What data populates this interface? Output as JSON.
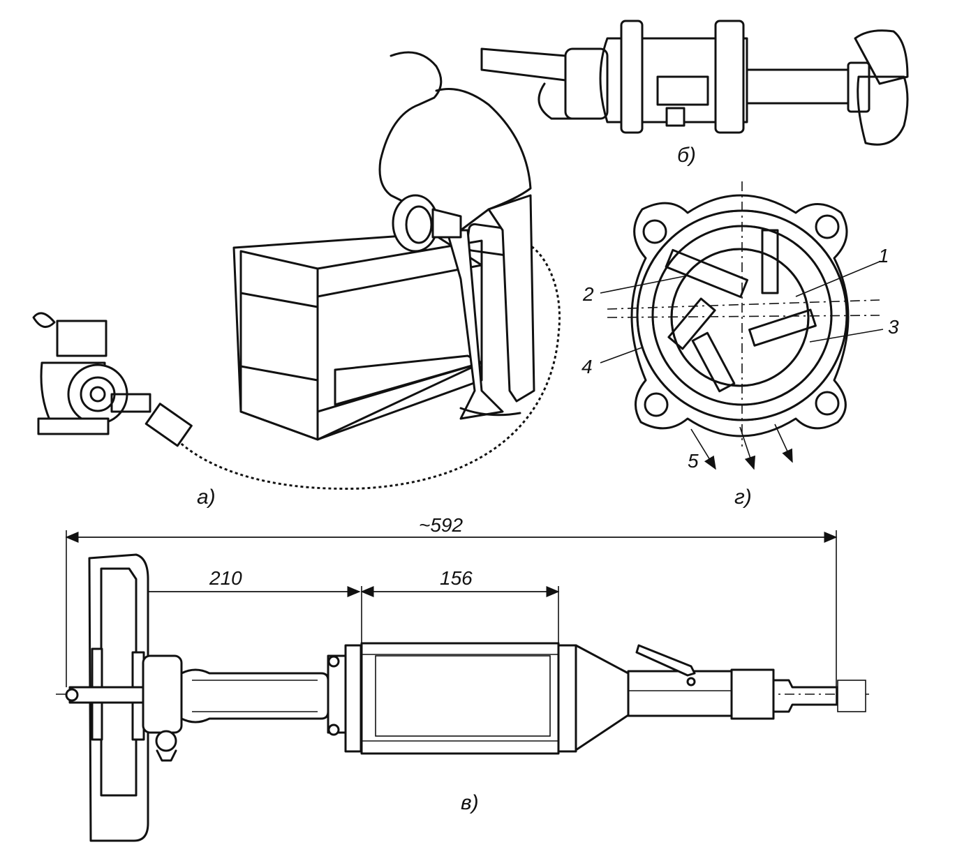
{
  "figure": {
    "captions": {
      "a": "а)",
      "b": "б)",
      "v": "в)",
      "g": "г)"
    },
    "callouts": {
      "1": "1",
      "2": "2",
      "3": "3",
      "4": "4",
      "5": "5"
    },
    "dimensions": {
      "overall": "~592",
      "wheel_to_body": "210",
      "body": "156"
    }
  }
}
